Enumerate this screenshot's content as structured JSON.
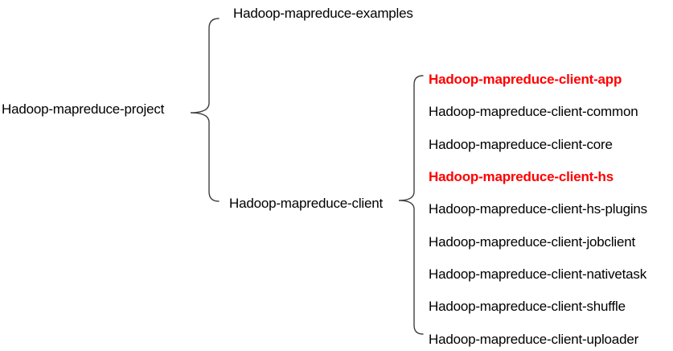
{
  "diagram": {
    "root": {
      "label": "Hadoop-mapreduce-project"
    },
    "children": [
      {
        "label": "Hadoop-mapreduce-examples",
        "highlighted": false
      },
      {
        "label": "Hadoop-mapreduce-client",
        "highlighted": false,
        "children": [
          {
            "label": "Hadoop-mapreduce-client-app",
            "highlighted": true
          },
          {
            "label": "Hadoop-mapreduce-client-common",
            "highlighted": false
          },
          {
            "label": "Hadoop-mapreduce-client-core",
            "highlighted": false
          },
          {
            "label": "Hadoop-mapreduce-client-hs",
            "highlighted": true
          },
          {
            "label": "Hadoop-mapreduce-client-hs-plugins",
            "highlighted": false
          },
          {
            "label": "Hadoop-mapreduce-client-jobclient",
            "highlighted": false
          },
          {
            "label": "Hadoop-mapreduce-client-nativetask",
            "highlighted": false
          },
          {
            "label": "Hadoop-mapreduce-client-shuffle",
            "highlighted": false
          },
          {
            "label": "Hadoop-mapreduce-client-uploader",
            "highlighted": false
          }
        ]
      }
    ],
    "colors": {
      "highlight": "#ff0000",
      "text": "#000000",
      "brace": "#404040"
    }
  }
}
